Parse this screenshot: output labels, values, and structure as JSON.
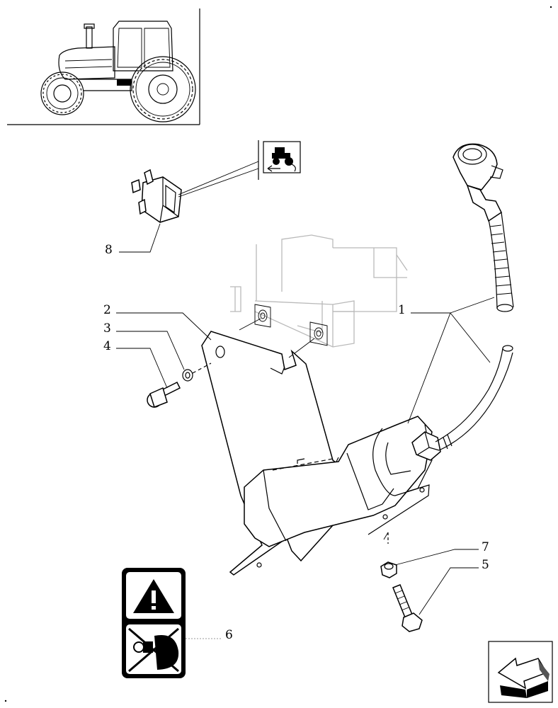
{
  "callouts": {
    "c1": "1",
    "c2": "2",
    "c3": "3",
    "c4": "4",
    "c5": "5",
    "c6": "6",
    "c7": "7",
    "c8": "8"
  },
  "icons": {
    "tractor_thumbnail": "tractor-location-icon",
    "switch_symbol": "tractor-reverse-symbol-icon",
    "warning_label": "warning-triangle-icon",
    "nav_arrow": "next-page-arrow-icon"
  }
}
